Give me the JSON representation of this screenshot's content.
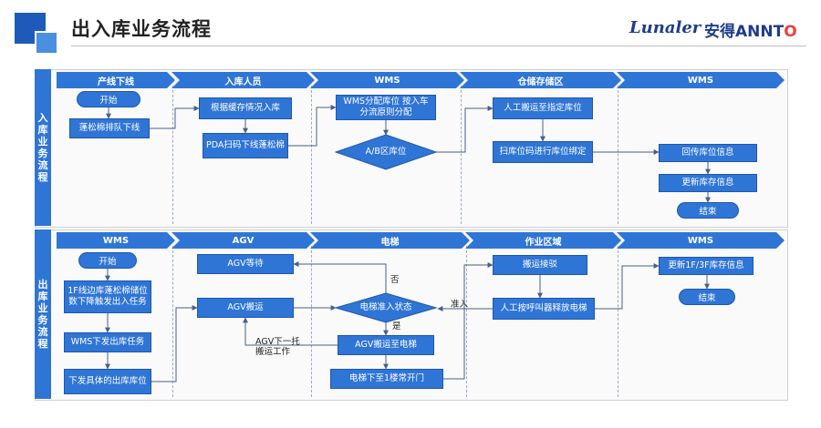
{
  "header": {
    "title": "出入库业务流程",
    "brand_lunaler": "Lunaler",
    "brand_annto_prefix": "安得",
    "brand_annto_a": "ANNT",
    "brand_annto_o": "O"
  },
  "inbound": {
    "lane_label": "入库业务流程",
    "columns": [
      "产线下线",
      "入库人员",
      "WMS",
      "仓储存储区",
      "WMS"
    ],
    "nodes": {
      "start": "开始",
      "offline": "蓬松棉排队下线",
      "check_cache": "根据缓存情况入库",
      "pda_scan": "PDA扫码下线蓬松棉",
      "wms_assign": "WMS分配库位 按入车分流原则分配",
      "ab_zone": "A/B区库位",
      "manual_move": "人工搬运至指定库位",
      "scan_bind": "扫库位码进行库位绑定",
      "return_info": "回传库位信息",
      "update_stock": "更新库存信息",
      "end": "结束"
    }
  },
  "outbound": {
    "lane_label": "出库业务流程",
    "columns": [
      "WMS",
      "AGV",
      "电梯",
      "作业区域",
      "WMS"
    ],
    "nodes": {
      "start": "开始",
      "trigger": "1F线边库蓬松棉储位数下降触发出入任务",
      "wms_issue": "WMS下发出库任务",
      "issue_location": "下发具体的出库库位",
      "agv_wait": "AGV等待",
      "agv_carry": "AGV搬运",
      "elevator_ready": "电梯准入状态",
      "agv_to_elevator": "AGV搬运至电梯",
      "elevator_down": "电梯下至1楼常开门",
      "move_pick": "搬运接驳",
      "manual_release": "人工按呼叫器释放电梯",
      "update_stock": "更新1F/3F库存信息",
      "end": "结束"
    },
    "labels": {
      "no": "否",
      "yes": "是",
      "admit": "准入",
      "agv_next": "AGV下一托搬运工作"
    }
  },
  "colors": {
    "primary": "#2f75d6",
    "brand_blue": "#1e3c8c",
    "brand_red": "#e8413c"
  }
}
